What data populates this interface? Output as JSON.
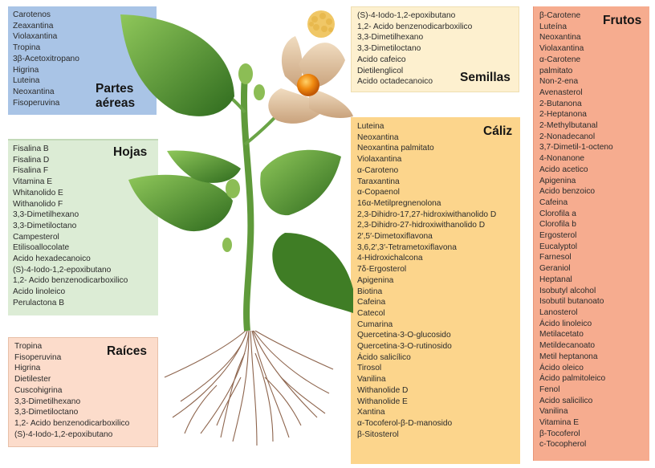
{
  "partes_aereas": {
    "title_line1": "Partes",
    "title_line2": "aéreas",
    "color": "#a9c4e6",
    "items": [
      "Carotenos",
      "Zeaxantina",
      "Violaxantina",
      "Tropina",
      "3β-Acetoxitropano",
      "Higrina",
      "Luteina",
      "Neoxantina",
      "Fisoperuvina"
    ]
  },
  "hojas": {
    "title": "Hojas",
    "color": "#dcecd5",
    "items": [
      "Fisalina B",
      "Fisalina D",
      "Fisalina F",
      "Vitamina E",
      "Whitanolido E",
      "Withanolido F",
      "3,3-Dimetilhexano",
      "3,3-Dimetiloctano",
      "Campesterol",
      "Etilisoallocolate",
      "Acido hexadecanoico",
      "(S)-4-Iodo-1,2-epoxibutano",
      "1,2- Acido benzenodicarboxilico",
      "Acido linoleico",
      "Perulactona B"
    ]
  },
  "raices": {
    "title": "Raíces",
    "color": "#fcdccb",
    "items": [
      "Tropina",
      "Fisoperuvina",
      "Higrina",
      "Dietilester",
      "Cuscohigrina",
      "3,3-Dimetilhexano",
      "3,3-Dimetiloctano",
      "1,2- Acido benzenodicarboxilico",
      "(S)-4-Iodo-1,2-epoxibutano"
    ]
  },
  "semillas": {
    "title": "Semillas",
    "color": "#fdf0cf",
    "items": [
      "(S)-4-Iodo-1,2-epoxibutano",
      "1,2- Acido benzenodicarboxilico",
      "3,3-Dimetilhexano",
      "3,3-Dimetiloctano",
      "Acido cafeico",
      "Dietilenglicol",
      "Acido octadecanoico"
    ]
  },
  "caliz": {
    "title": "Cáliz",
    "color": "#fcd58c",
    "items": [
      "Luteina",
      "Neoxantina",
      "Neoxantina palmitato",
      "Violaxantina",
      "α-Caroteno",
      "Taraxantina",
      "α-Copaenol",
      "16α-Metilpregnenolona",
      "2,3-Dihidro-17,27-hidroxiwithanolido D",
      "2,3-Dihidro-27-hidroxiwithanolido D",
      "2′,5′-Dimetoxiflavona",
      "3,6,2′,3′-Tetrametoxiflavona",
      "4-Hidroxichalcona",
      "7δ-Ergosterol",
      "Apigenina",
      "Biotina",
      "Cafeina",
      "Catecol",
      "Cumarina",
      "Quercetina-3-O-glucosido",
      "Quercetina-3-O-rutinosido",
      "Ácido salicílico",
      "Tirosol",
      "Vanilina",
      "Withanolide D",
      "Withanolide E",
      "Xantina",
      "α-Tocoferol-β-D-manosido",
      "β-Sitosterol"
    ]
  },
  "frutos": {
    "title": "Frutos",
    "color": "#f6ac8f",
    "items": [
      "β-Carotene",
      "Luteína",
      "Neoxantina",
      "Violaxantina",
      "α-Carotene",
      "palmitato",
      "Non-2-ena",
      "Avenasterol",
      "2-Butanona",
      "2-Heptanona",
      "2-Methylbutanal",
      "2-Nonadecanol",
      "3,7-Dimetil-1-octeno",
      "4-Nonanone",
      "Acido acetico",
      "Apigenina",
      "Acido benzoico",
      "Cafeina",
      "Clorofila a",
      "Clorofila b",
      "Ergosterol",
      "Eucalyptol",
      "Farnesol",
      "Geraniol",
      "Heptanal",
      "Isobutyl alcohol",
      "Isobutil butanoato",
      "Lanosterol",
      "Ácido linoleico",
      "Metilacetato",
      "Metildecanoato",
      "Metil heptanona",
      "Ácido oleico",
      "Ácido palmitoleico",
      "Fenol",
      "Acido salicilico",
      "Vanilina",
      "Vitamina E",
      "β-Tocoferol",
      "c-Tocopherol"
    ]
  },
  "illustration": {
    "subject": "Physalis plant with leaves, calyx-enclosed orange fruit, seeds and roots"
  }
}
